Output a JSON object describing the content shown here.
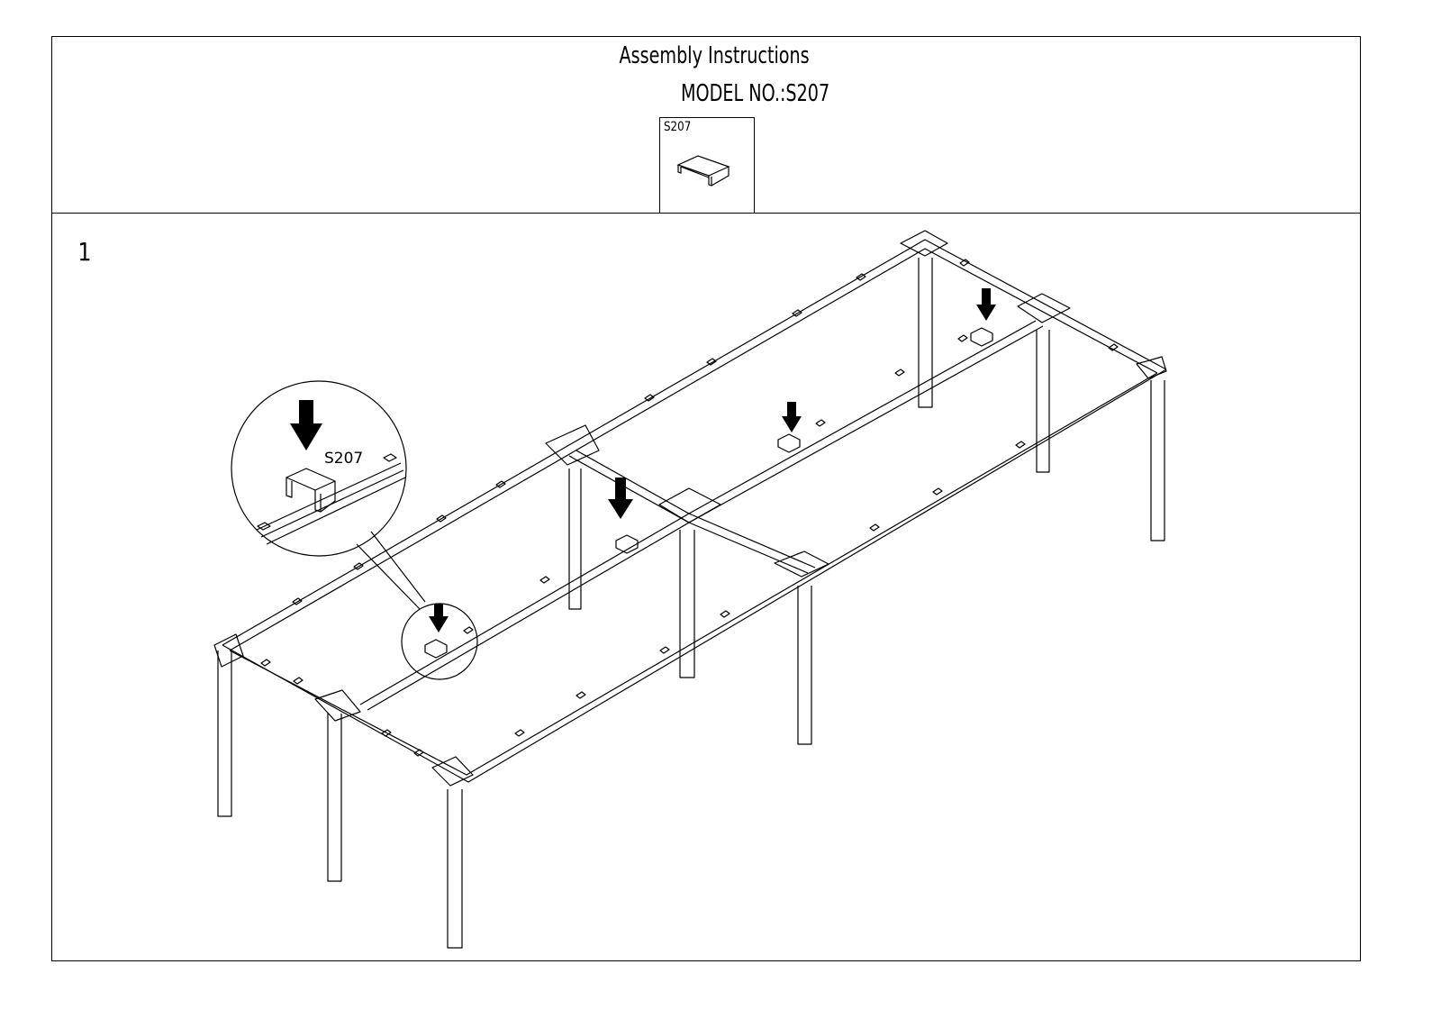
{
  "header": {
    "title": "Assembly Instructions",
    "model": "MODEL NO.:S207"
  },
  "part": {
    "code": "S207",
    "icon": "cable-clip-icon"
  },
  "step": {
    "number": "1"
  },
  "detail": {
    "label": "S207"
  },
  "colors": {
    "line": "#000000",
    "background": "#ffffff"
  }
}
